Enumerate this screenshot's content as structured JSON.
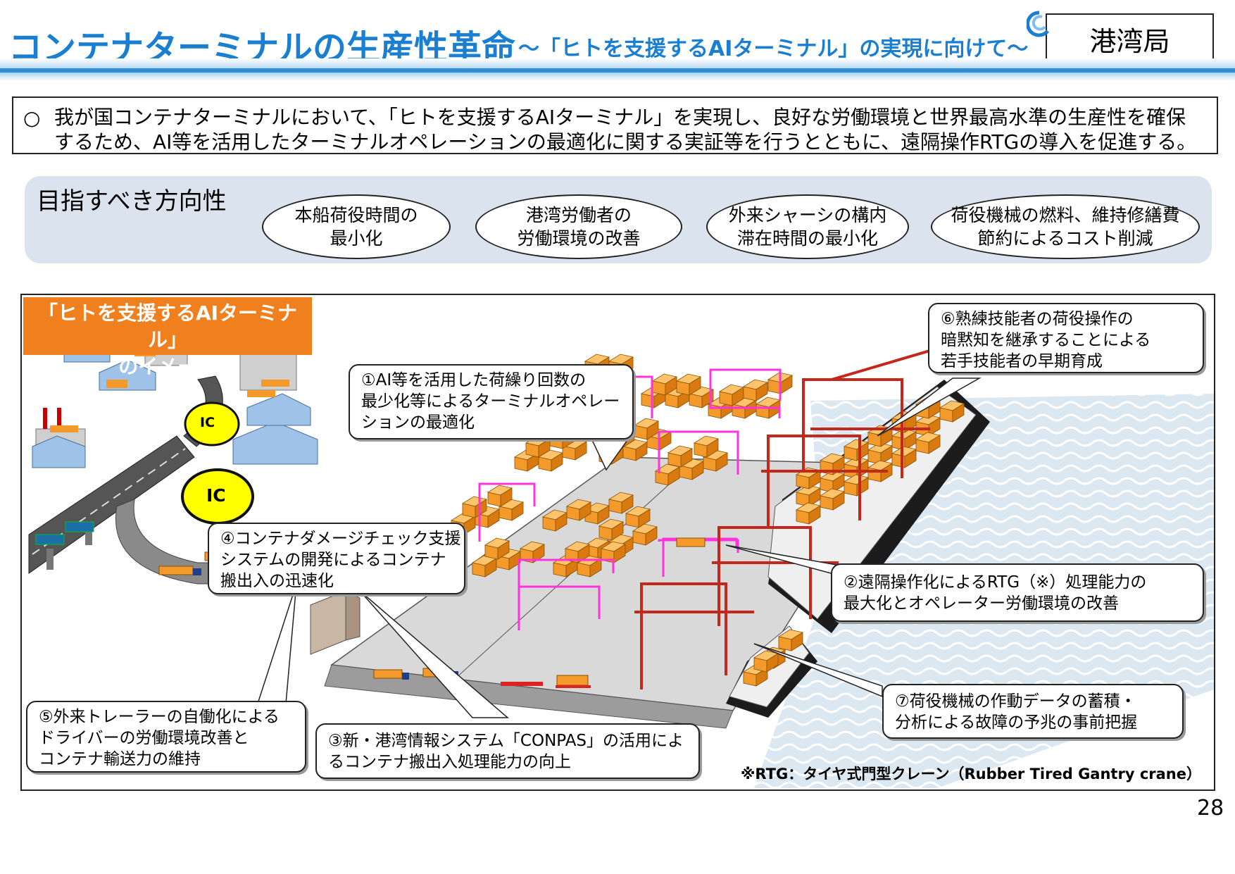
{
  "header": {
    "title": "コンテナターミナルの生産性革命",
    "subtitle": "〜「ヒトを支援するAIターミナル」の実現に向けて〜",
    "bureau": "港湾局"
  },
  "summary": {
    "bullet": "○",
    "line1": "我が国コンテナターミナルにおいて、「ヒトを支援するAIターミナル」を実現し、良好な労働環境と世界最高水準の生産性を確保",
    "line2": "するため、AI等を活用したターミナルオペレーションの最適化に関する実証等を行うとともに、遠隔操作RTGの導入を促進する。"
  },
  "direction": {
    "label": "目指すべき方向性",
    "goals": [
      {
        "line1": "本船荷役時間の",
        "line2": "最小化"
      },
      {
        "line1": "港湾労働者の",
        "line2": "労働環境の改善"
      },
      {
        "line1": "外来シャーシの構内",
        "line2": "滞在時間の最小化"
      },
      {
        "line1": "荷役機械の燃料、維持修繕費",
        "line2": "節約によるコスト削減"
      }
    ]
  },
  "image": {
    "label_line1": "「ヒトを支援するAIターミナル」",
    "label_line2": "のイメージ",
    "ic_label": "IC",
    "callouts": [
      {
        "lines": [
          "①AI等を活用した荷繰り回数の",
          "最少化等によるターミナルオペレー",
          "ションの最適化"
        ]
      },
      {
        "lines": [
          "②遠隔操作化によるRTG（※）処理能力の",
          "最大化とオペレーター労働環境の改善"
        ]
      },
      {
        "lines": [
          "③新・港湾情報システム「CONPAS」の活用によ",
          "るコンテナ搬出入処理能力の向上"
        ]
      },
      {
        "lines": [
          "④コンテナダメージチェック支援",
          "システムの開発によるコンテナ",
          "搬出入の迅速化"
        ]
      },
      {
        "lines": [
          "⑤外来トレーラーの自働化による",
          "ドライバーの労働環境改善と",
          "コンテナ輸送力の維持"
        ]
      },
      {
        "lines": [
          "⑥熟練技能者の荷役操作の",
          "暗黙知を継承することによる",
          "若手技能者の早期育成"
        ]
      },
      {
        "lines": [
          "⑦荷役機械の作動データの蓄積・",
          "分析による故障の予兆の事前把握"
        ]
      }
    ],
    "footnote": "※RTG：タイヤ式門型クレーン（Rubber Tired Gantry crane）"
  },
  "page_number": "28",
  "colors": {
    "title_blue": "#1a7fd1",
    "label_orange": "#f07f1e",
    "container_orange": "#f39a2a",
    "rtg_magenta": "#ff33dd",
    "crane_red": "#c4281c",
    "ic_yellow": "#ffff00",
    "panel_blue": "#dbe4ee"
  }
}
